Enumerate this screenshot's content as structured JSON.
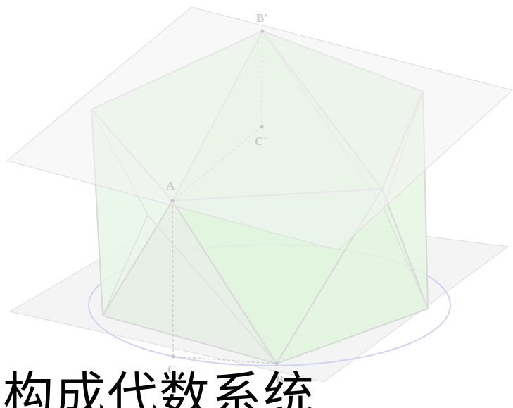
{
  "figure": {
    "labels": {
      "b_prime": "B'",
      "c_prime": "C'",
      "a": "A",
      "c": "C",
      "b": "B"
    },
    "caption": "构成代数系统",
    "colors": {
      "plane_fill": "#f3f3f3",
      "plane_edge": "#dcdcdc",
      "solid_fill": "#dff7dc",
      "solid_edge": "#d6d6d6",
      "circle": "#cfcff5",
      "label": "#c9c9c9",
      "caption": "#050505"
    }
  }
}
